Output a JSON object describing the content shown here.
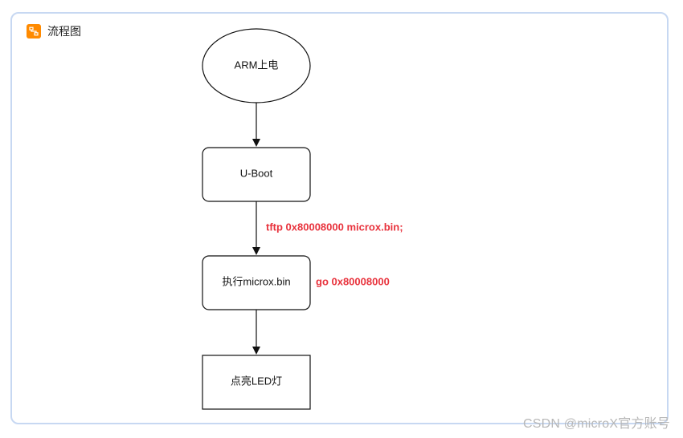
{
  "header": {
    "title": "流程图",
    "icon": "flowchart-icon",
    "icon_color": "#ff8a00"
  },
  "flowchart": {
    "nodes": [
      {
        "id": "arm",
        "shape": "ellipse",
        "label": "ARM上电"
      },
      {
        "id": "uboot",
        "shape": "rounded-rect",
        "label": "U-Boot"
      },
      {
        "id": "exec",
        "shape": "rounded-rect",
        "label": "执行microx.bin"
      },
      {
        "id": "led",
        "shape": "rect",
        "label": "点亮LED灯"
      }
    ],
    "edges": [
      {
        "from": "arm",
        "to": "uboot",
        "label": ""
      },
      {
        "from": "uboot",
        "to": "exec",
        "label": "tftp 0x80008000 microx.bin;"
      },
      {
        "from": "exec",
        "to": "led",
        "label": ""
      }
    ],
    "annotations": [
      {
        "near": "exec",
        "text": "go 0x80008000"
      }
    ],
    "label_color": "#e8323c"
  },
  "watermark": "CSDN @microX官方账号"
}
